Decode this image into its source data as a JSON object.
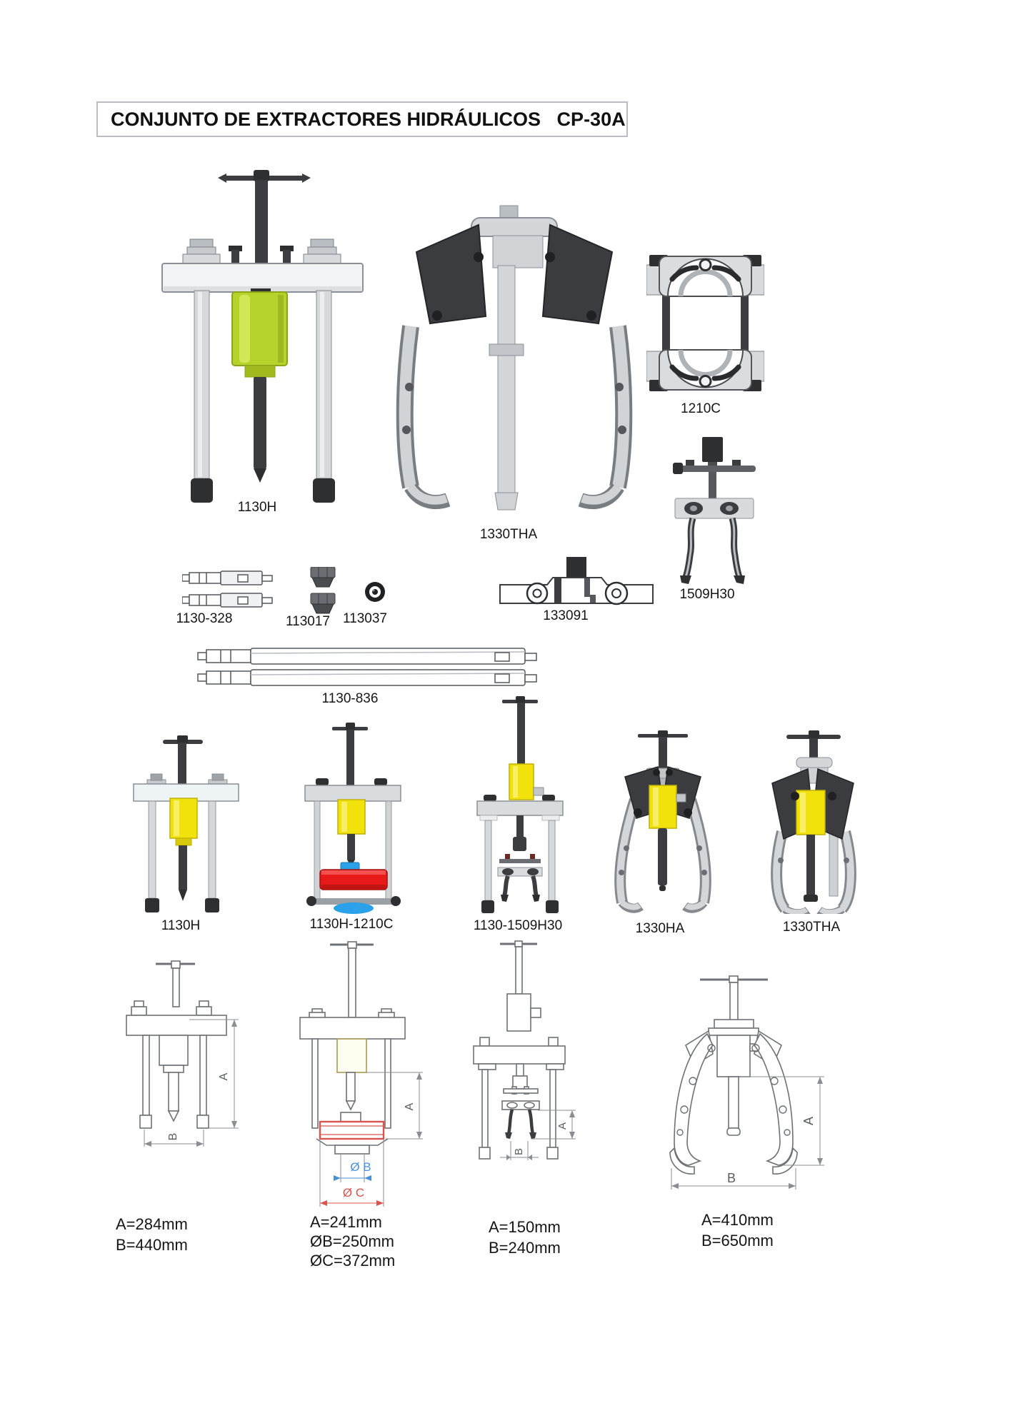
{
  "title": "CONJUNTO DE EXTRACTORES HIDRÁULICOS   CP-30A",
  "top_row": {
    "p1": "1130H",
    "p2": "1330THA",
    "p3": "1210C",
    "p4": "1509H30"
  },
  "accessories": {
    "a1": "1130-328",
    "a2": "113017",
    "a3": "113037",
    "a4": "133091",
    "a5": "1130-836"
  },
  "combo_row": {
    "c1": "1130H",
    "c2": "1130H-1210C",
    "c3": "1130-1509H30",
    "c4": "1330HA",
    "c5": "1330THA"
  },
  "drawings": {
    "d1": {
      "letter_a": "A",
      "letter_b": "B",
      "line1": "A=284mm",
      "line2": "B=440mm"
    },
    "d2": {
      "letter_a": "A",
      "letter_b": "Ø B",
      "letter_c": "Ø C",
      "line1": "A=241mm",
      "line2": "ØB=250mm",
      "line3": "ØC=372mm"
    },
    "d3": {
      "letter_a": "A",
      "letter_b": "B",
      "line1": "A=150mm",
      "line2": "B=240mm"
    },
    "d4": {
      "letter_a": "A",
      "letter_b": "B",
      "line1": "A=410mm",
      "line2": "B=650mm"
    }
  },
  "colors": {
    "cylinder_green": "#b5d32a",
    "cylinder_yellow": "#f0e20a",
    "pulley_red": "#e81a18",
    "hub_blue": "#2aa1e8",
    "dark_metal": "#3b3d40",
    "light_metal": "#d8dbde",
    "dim_blue": "#4a90d9",
    "dim_red": "#d9534f"
  }
}
